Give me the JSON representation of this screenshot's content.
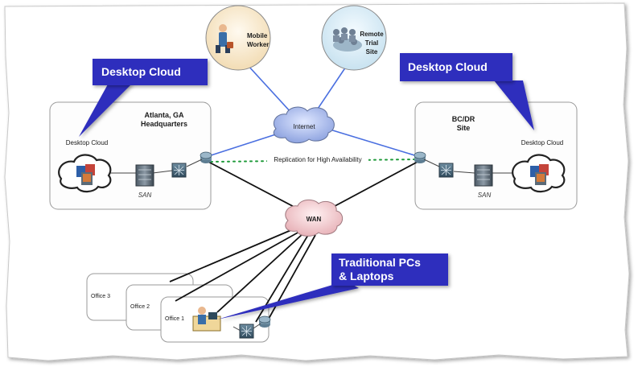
{
  "nodes": {
    "mobile_worker": [
      "Mobile",
      "Worker"
    ],
    "remote_trial_site": [
      "Remote",
      "Trial",
      "Site"
    ],
    "internet": "Internet",
    "wan": "WAN",
    "hq_title": [
      "Atlanta, GA",
      "Headquarters"
    ],
    "hq_desktop_cloud": "Desktop Cloud",
    "hq_san": "SAN",
    "bcdr_title": [
      "BC/DR",
      "Site"
    ],
    "bcdr_desktop_cloud": "Desktop Cloud",
    "bcdr_san": "SAN",
    "office3": "Office 3",
    "office2": "Office 2",
    "office1": "Office 1"
  },
  "links": {
    "replication": "Replication for High Availability"
  },
  "callouts": {
    "left": "Desktop Cloud",
    "right": "Desktop Cloud",
    "pcs_line1": "Traditional PCs",
    "pcs_line2": "& Laptops"
  },
  "colors": {
    "callout_fill": "#2e2dbd",
    "internet_link": "#4a6fe0",
    "wan_link": "#111111",
    "replication_link": "#1f9a3a",
    "cloud_internet": "#a8b8e8",
    "cloud_wan": "#f0c8cc"
  }
}
